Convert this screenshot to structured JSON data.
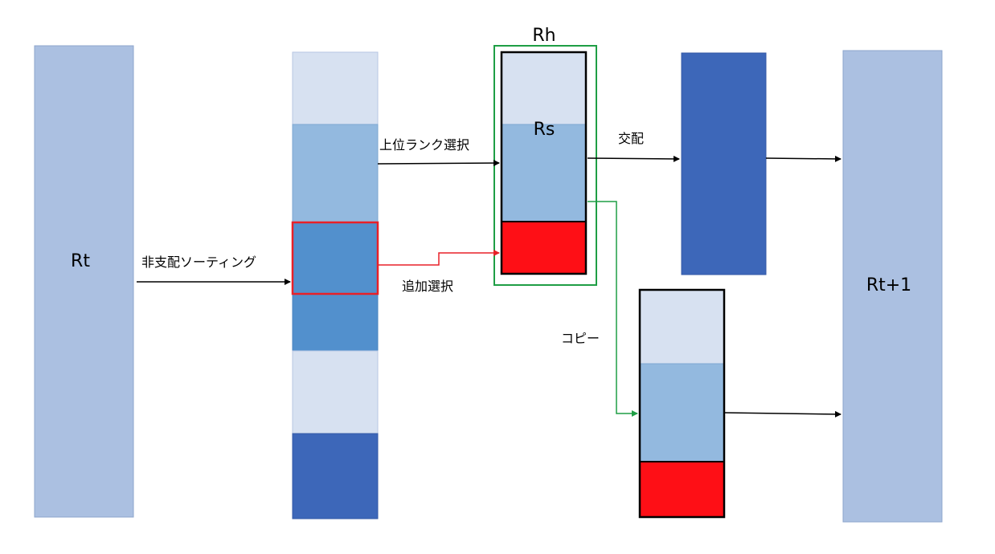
{
  "labels": {
    "rt": "Rt",
    "rt_plus_1": "Rt+1",
    "rh": "Rh",
    "rs": "Rs",
    "nondominated_sorting": "非支配ソーティング",
    "top_rank_selection": "上位ランク選択",
    "additional_selection": "追加選択",
    "crossover": "交配",
    "copy": "コピー"
  },
  "colors": {
    "population": "#abc0e1",
    "rank_light": "#d7e1f1",
    "rank_mid": "#93b9df",
    "rank_blue": "#5290cd",
    "rank_dark": "#3d67b9",
    "selected_red": "#fe0f16",
    "highlight_red": "#e82028",
    "rh_green": "#1f9e45",
    "arrow_black": "#000000",
    "arrow_red": "#e82028",
    "arrow_green": "#1f9e45"
  }
}
